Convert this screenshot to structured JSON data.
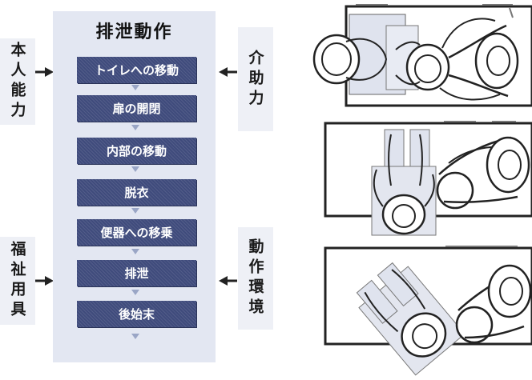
{
  "inputs": {
    "self_ability": "本人能力",
    "care": "介助力",
    "welfare_tools": "福祉用具",
    "environment": "動作環境"
  },
  "flow": {
    "title": "排泄動作",
    "steps": [
      "トイレへの移動",
      "扉の開閉",
      "内部の移動",
      "脱衣",
      "便器への移乗",
      "排泄",
      "後始末"
    ]
  },
  "colors": {
    "panel": "#e3e7f2",
    "step": "#3f4b7c",
    "side_label": "#eef0f6",
    "line": "#222222"
  },
  "illustrations": [
    "toilet-caregiver-scene-top",
    "toilet-caregiver-scene-middle",
    "toilet-caregiver-scene-bottom"
  ]
}
